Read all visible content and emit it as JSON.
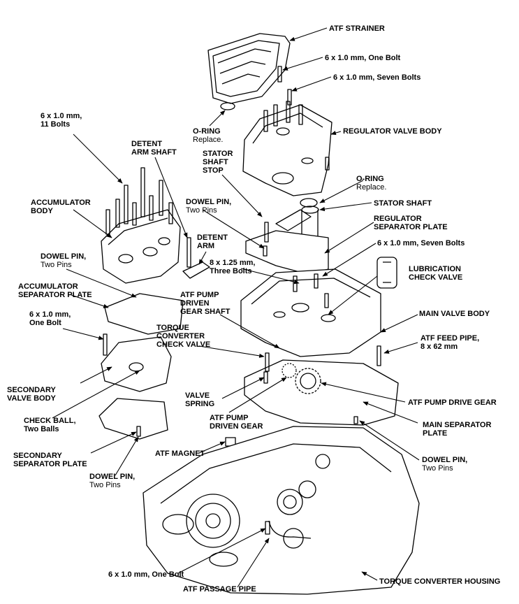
{
  "labels": {
    "atf_strainer": "ATF STRAINER",
    "bolt_6x1_one_top": "6 x 1.0 mm, One Bolt",
    "bolt_6x1_seven_top": "6 x 1.0 mm, Seven Bolts",
    "oring_top_1": "O-RING",
    "oring_top_2": "Replace.",
    "regulator_valve_body": "REGULATOR VALVE BODY",
    "bolts_11_1": "6 x 1.0 mm,",
    "bolts_11_2": "11 Bolts",
    "detent_arm_shaft_1": "DETENT",
    "detent_arm_shaft_2": "ARM SHAFT",
    "stator_shaft_stop_1": "STATOR",
    "stator_shaft_stop_2": "SHAFT",
    "stator_shaft_stop_3": "STOP",
    "oring_mid_1": "O-RING",
    "oring_mid_2": "Replace.",
    "accumulator_body_1": "ACCUMULATOR",
    "accumulator_body_2": "BODY",
    "dowel_pin_top_1": "DOWEL PIN,",
    "dowel_pin_top_2": "Two Pins",
    "stator_shaft": "STATOR SHAFT",
    "regulator_sep_plate_1": "REGULATOR",
    "regulator_sep_plate_2": "SEPARATOR PLATE",
    "detent_arm_1": "DETENT",
    "detent_arm_2": "ARM",
    "bolt_6x1_seven_mid": "6 x 1.0 mm, Seven Bolts",
    "dowel_pin_left_1": "DOWEL PIN,",
    "dowel_pin_left_2": "Two Pins",
    "bolts_8x125_1": "8 x 1.25 mm,",
    "bolts_8x125_2": "Three Bolts",
    "lub_check_valve_1": "LUBRICATION",
    "lub_check_valve_2": "CHECK VALVE",
    "accum_sep_plate_1": "ACCUMULATOR",
    "accum_sep_plate_2": "SEPARATOR PLATE",
    "atf_pump_driven_gear_shaft_1": "ATF PUMP",
    "atf_pump_driven_gear_shaft_2": "DRIVEN",
    "atf_pump_driven_gear_shaft_3": "GEAR SHAFT",
    "main_valve_body": "MAIN VALVE BODY",
    "bolt_6x1_one_left_1": "6 x 1.0 mm,",
    "bolt_6x1_one_left_2": "One Bolt",
    "torque_conv_check_valve_1": "TORQUE",
    "torque_conv_check_valve_2": "CONVERTER",
    "torque_conv_check_valve_3": "CHECK VALVE",
    "atf_feed_pipe_1": "ATF FEED PIPE,",
    "atf_feed_pipe_2": "8 x 62 mm",
    "secondary_valve_body_1": "SECONDARY",
    "secondary_valve_body_2": "VALVE BODY",
    "valve_spring_1": "VALVE",
    "valve_spring_2": "SPRING",
    "atf_pump_drive_gear": "ATF PUMP DRIVE GEAR",
    "check_ball_1": "CHECK BALL,",
    "check_ball_2": "Two Balls",
    "atf_pump_driven_gear_1": "ATF PUMP",
    "atf_pump_driven_gear_2": "DRIVEN GEAR",
    "main_sep_plate_1": "MAIN SEPARATOR",
    "main_sep_plate_2": "PLATE",
    "atf_magnet": "ATF MAGNET",
    "secondary_sep_plate_1": "SECONDARY",
    "secondary_sep_plate_2": "SEPARATOR PLATE",
    "dowel_pin_right_1": "DOWEL PIN,",
    "dowel_pin_right_2": "Two Pins",
    "dowel_pin_bottom_1": "DOWEL PIN,",
    "dowel_pin_bottom_2": "Two Pins",
    "bolt_6x1_one_bottom": "6 x 1.0 mm, One Bolt",
    "torque_converter_housing": "TORQUE CONVERTER HOUSING",
    "atf_passage_pipe": "ATF PASSAGE PIPE"
  }
}
